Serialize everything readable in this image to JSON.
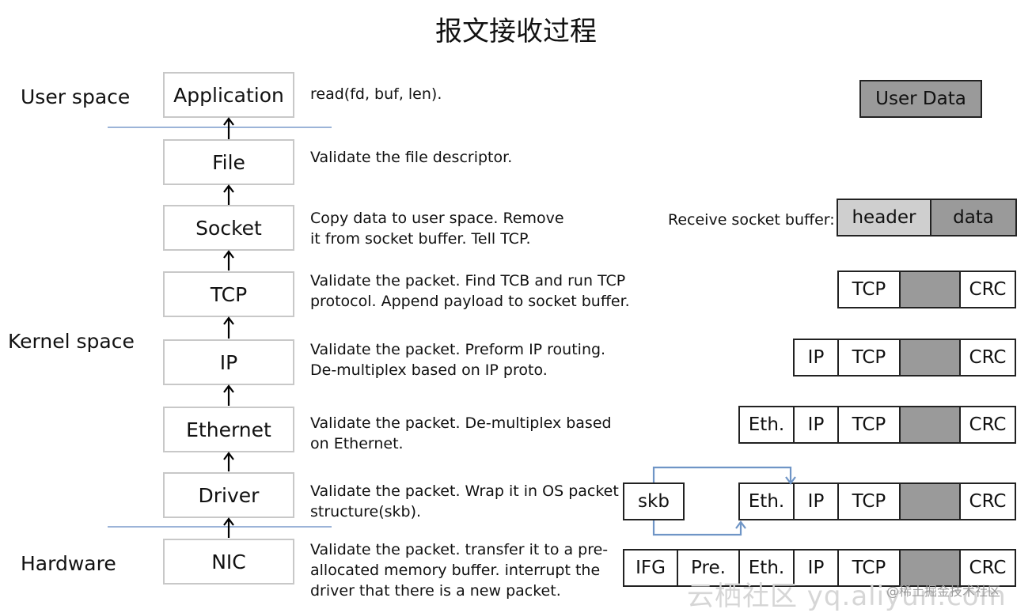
{
  "title": "报文接收过程",
  "regions": {
    "user": "User space",
    "kernel": "Kernel space",
    "hardware": "Hardware"
  },
  "layers": [
    {
      "name": "Application",
      "desc": [
        "read(fd, buf, len)."
      ]
    },
    {
      "name": "File",
      "desc": [
        "Validate the file descriptor."
      ]
    },
    {
      "name": "Socket",
      "desc": [
        "Copy data to user space. Remove",
        "it from socket buffer. Tell TCP."
      ]
    },
    {
      "name": "TCP",
      "desc": [
        "Validate the packet. Find TCB and run TCP",
        "protocol. Append payload to socket buffer."
      ]
    },
    {
      "name": "IP",
      "desc": [
        "Validate the packet. Preform IP routing.",
        "De-multiplex based on IP proto."
      ]
    },
    {
      "name": "Ethernet",
      "desc": [
        "Validate the packet. De-multiplex based",
        "on Ethernet."
      ]
    },
    {
      "name": "Driver",
      "desc": [
        "Validate the packet. Wrap it in OS packet",
        "structure(skb)."
      ]
    },
    {
      "name": "NIC",
      "desc": [
        "Validate the packet. transfer it to a pre-",
        "allocated memory buffer. interrupt the",
        "driver that there is a new packet."
      ]
    }
  ],
  "packets": {
    "user_data": "User Data",
    "socket_buffer_label": "Receive socket buffer:",
    "socket_buffer": [
      "header",
      "data"
    ],
    "tcp": [
      "TCP",
      "",
      "CRC"
    ],
    "ip": [
      "IP",
      "TCP",
      "",
      "CRC"
    ],
    "eth": [
      "Eth.",
      "IP",
      "TCP",
      "",
      "CRC"
    ],
    "skb": "skb",
    "driver": [
      "Eth.",
      "IP",
      "TCP",
      "",
      "CRC"
    ],
    "nic": [
      "IFG",
      "Pre.",
      "Eth.",
      "IP",
      "TCP",
      "",
      "CRC"
    ]
  },
  "watermark": {
    "main": "云栖社区 yq.aliyun.com",
    "credit": "@稀土掘金技术社区"
  },
  "colors": {
    "separator": "#9cb4d8",
    "arrow_blue": "#6f95c6",
    "payload_fill": "#9a9a9a",
    "header_fill": "#cfcfcf"
  }
}
